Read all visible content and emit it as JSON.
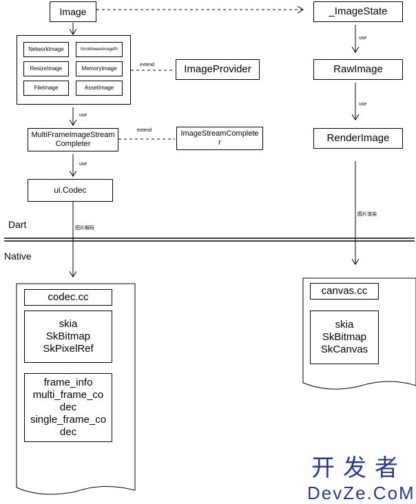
{
  "nodes": {
    "image": "Image",
    "image_state": "_ImageState",
    "network_image": "NetworkImage",
    "scroll_aware": "ScrollAwareImagePr",
    "resize_image": "ResizeImage",
    "memory_image": "MemoryImage",
    "file_image": "FileImage",
    "asset_image": "AssetImage",
    "image_provider": "ImageProvider",
    "raw_image": "RawImage",
    "render_image": "RenderImage",
    "multi_frame": "MultiFrameImageStreamCompleter",
    "stream_completer": "ImageStreamCompleter",
    "ui_codec": "ui.Codec",
    "codec_cc": "codec.cc",
    "skia_group": [
      "skia",
      "SkBitmap",
      "SkPixelRef"
    ],
    "frame_group": [
      "frame_info",
      "multi_frame_co",
      "dec",
      "single_frame_co",
      "dec"
    ],
    "canvas_cc": "canvas.cc",
    "canvas_group": [
      "skia",
      "SkBitmap",
      "SkCanvas"
    ]
  },
  "edge_labels": {
    "extend_provider": "extend",
    "extend_completer": "extend",
    "use_raw": "use",
    "use_render": "use",
    "use_multi": "use",
    "use_codec": "use",
    "decode": "图片解码",
    "render": "图片渲染"
  },
  "layers": {
    "dart": "Dart",
    "native": "Native"
  },
  "watermark": {
    "line1": "开发者",
    "line2": "DevZe.CoM"
  }
}
